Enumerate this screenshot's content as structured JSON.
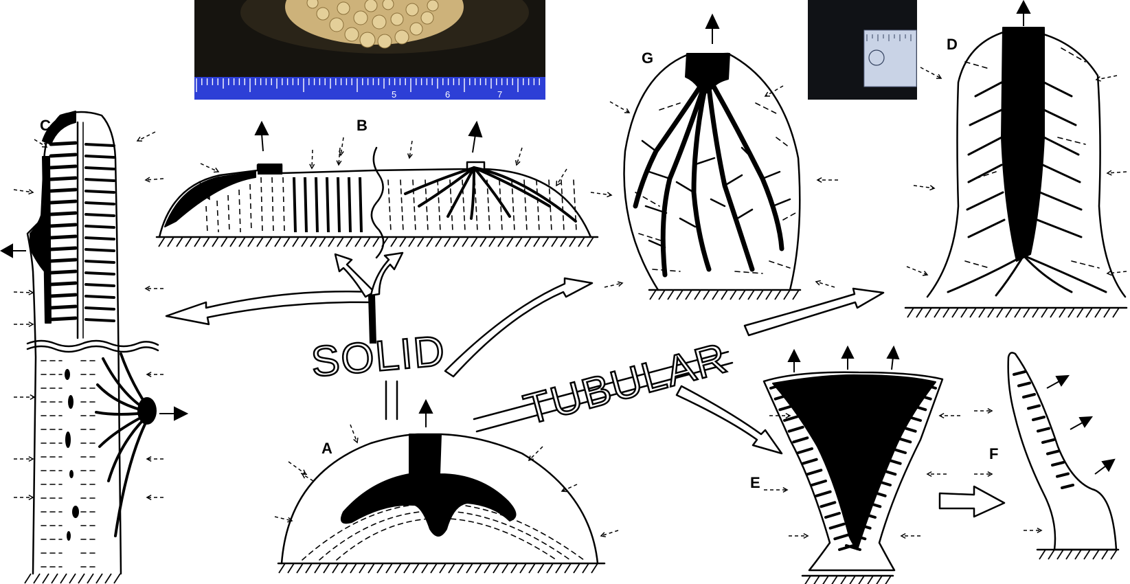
{
  "colors": {
    "ink": "#000000",
    "paper": "#ffffff",
    "photo_dark": "#16140f",
    "sponge_tan": "#cdb27a",
    "ruler_blue": "#2d3fd6"
  },
  "labels": {
    "a": "A",
    "b": "B",
    "c": "C",
    "d": "D",
    "e": "E",
    "f": "F",
    "g": "G"
  },
  "categories": {
    "solid": "SOLID",
    "tubular": "TUBULAR"
  },
  "photo": {
    "ruler_numbers": [
      "5",
      "6",
      "7"
    ]
  }
}
